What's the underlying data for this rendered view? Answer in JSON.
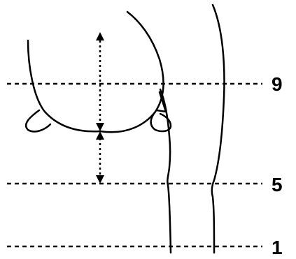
{
  "levels": [
    {
      "label": "9"
    },
    {
      "label": "5"
    },
    {
      "label": "1"
    }
  ],
  "colors": {
    "ink": "#000000",
    "background": "#ffffff"
  }
}
